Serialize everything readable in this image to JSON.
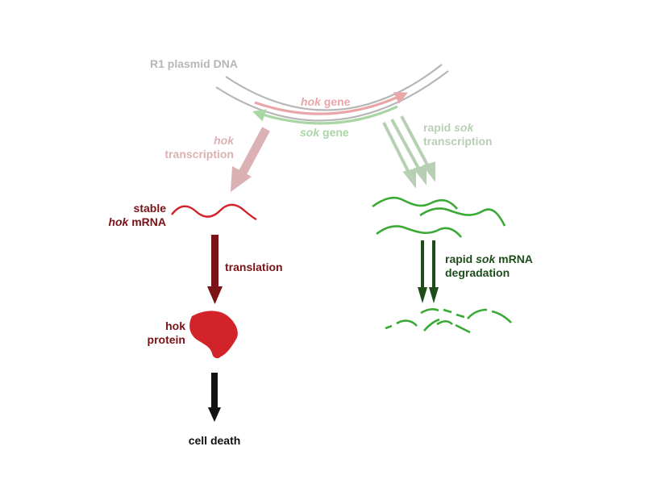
{
  "colors": {
    "dna_grey": "#b7b7b7",
    "hok_pink": "#e9a5a8",
    "sok_lightgreen": "#a8d6a4",
    "hok_dark": "#7a1216",
    "hok_red": "#d2232a",
    "pale_hok_arrow": "#dbb1b4",
    "pale_sok_arrow": "#b7d0b3",
    "sok_green": "#3aaa35",
    "sok_dark": "#1e4d1b",
    "black": "#111111"
  },
  "labels": {
    "plasmid": "R1 plasmid DNA",
    "hok_gene_italic": "hok",
    "hok_gene_rest": " gene",
    "sok_gene_italic": "sok",
    "sok_gene_rest": " gene",
    "hok_transcription_l1": "hok",
    "hok_transcription_l2": "transcription",
    "rapid_sok_transcription_l1a": "rapid ",
    "rapid_sok_transcription_l1b": "sok",
    "rapid_sok_transcription_l2": "transcription",
    "stable_l1": "stable",
    "stable_l2_italic": "hok",
    "stable_l2_rest": " mRNA",
    "translation": "translation",
    "protein_l1": "hok",
    "protein_l2": "protein",
    "cell_death": "cell death",
    "degradation_l1a": "rapid ",
    "degradation_l1b": "sok",
    "degradation_l1c": " mRNA",
    "degradation_l2": "degradation"
  }
}
